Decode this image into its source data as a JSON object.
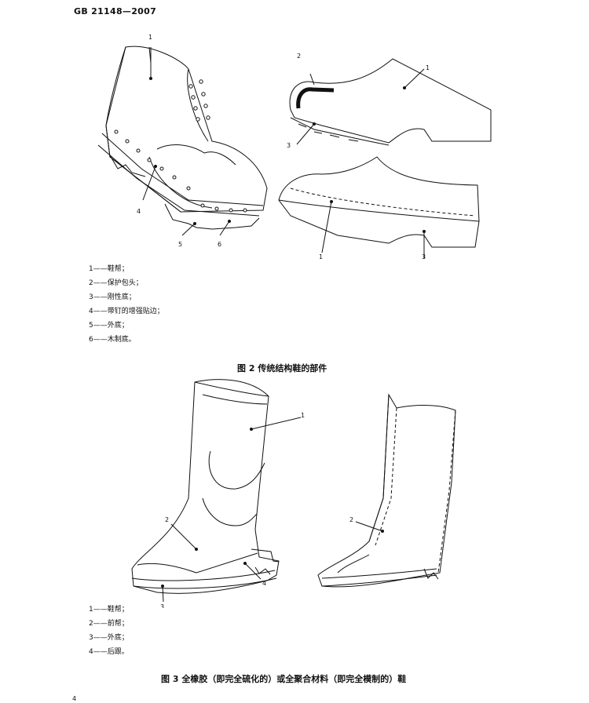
{
  "header": {
    "doc_code": "GB 21148—2007"
  },
  "figure2": {
    "callouts": [
      "1",
      "2",
      "1",
      "3",
      "4",
      "5",
      "6",
      "1",
      "3"
    ],
    "legend": [
      "1——鞋帮；",
      "2——保护包头；",
      "3——刚性底；",
      "4——带钉的增强贴边；",
      "5——外底；",
      "6——木制底。"
    ],
    "caption": "图 2   传统结构鞋的部件"
  },
  "figure3": {
    "callouts": [
      "1",
      "2",
      "3",
      "4",
      "2"
    ],
    "legend": [
      "1——鞋帮；",
      "2——前帮；",
      "3——外底；",
      "4——后跟。"
    ],
    "caption": "图 3   全橡胶（即完全硫化的）或全聚合材料（即完全模制的）鞋"
  },
  "footer": {
    "page_number": "4"
  }
}
